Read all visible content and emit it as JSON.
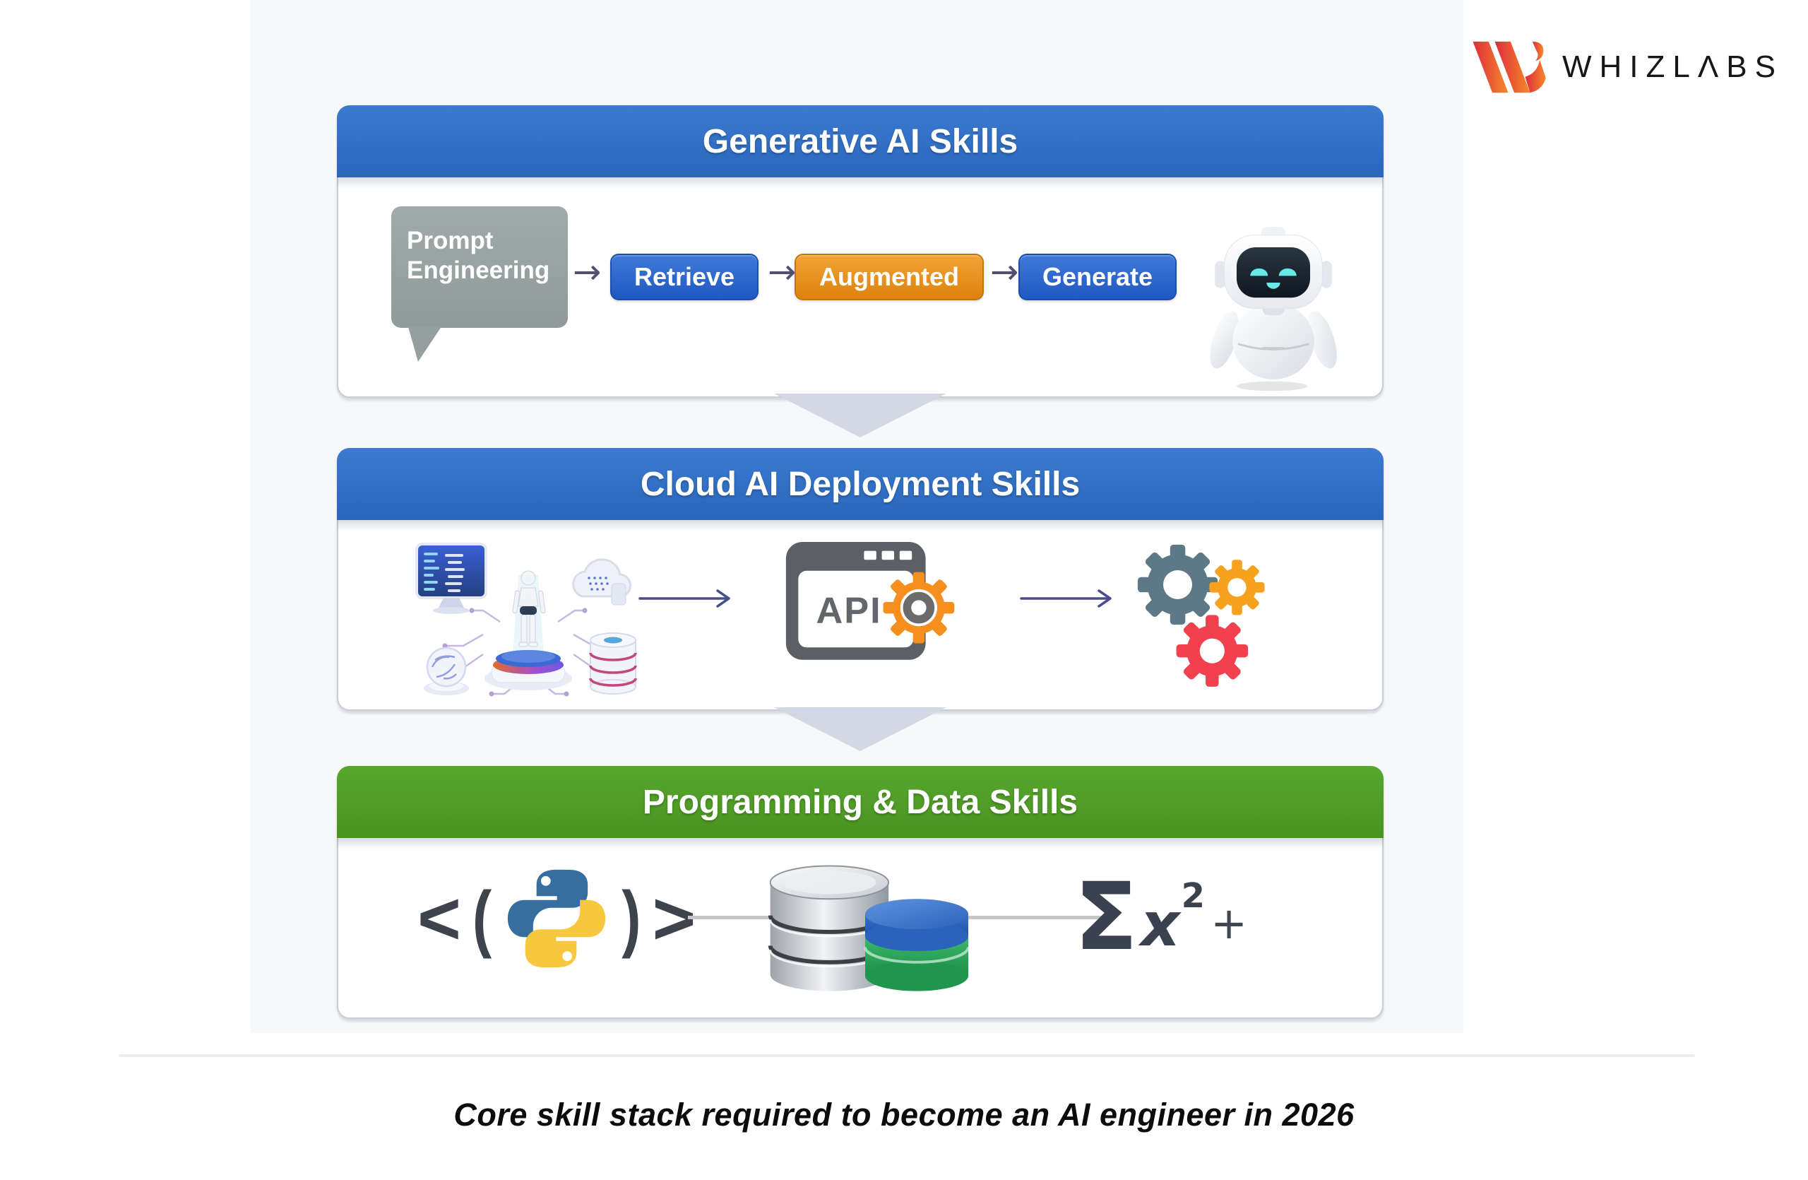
{
  "brand": {
    "name": "WHIZLABS",
    "display": "WHIZLΛBS"
  },
  "caption": "Core skill stack required to become an AI engineer in 2026",
  "cards": {
    "generative": {
      "title": "Generative AI Skills",
      "bubble": {
        "line1": "Prompt",
        "line2": "Engineering"
      },
      "arrow": "→",
      "steps": [
        {
          "label": "Retrieve",
          "variant": "blue"
        },
        {
          "label": "Augmented",
          "variant": "orange"
        },
        {
          "label": "Generate",
          "variant": "blue"
        }
      ]
    },
    "cloud": {
      "title": "Cloud AI Deployment Skills",
      "api_label": "API"
    },
    "programming": {
      "title": "Programming & Data Skills",
      "code": {
        "open_angle": "<",
        "open_paren": "(",
        "close_paren": ")",
        "close_angle": ">"
      },
      "formula": {
        "sigma": "Σ",
        "variable": "x",
        "exponent": "2",
        "plus": "+"
      }
    }
  },
  "colors": {
    "header_blue": "#2e6ec2",
    "header_green": "#52a02b",
    "button_blue": "#2763cc",
    "button_orange": "#e8921e",
    "bubble_gray": "#98a3a1",
    "chevron": "#d3d8e5",
    "gear_slate": "#5d7886",
    "gear_orange": "#f6a21e",
    "gear_red": "#f2414e",
    "api_gear_orange": "#f78f1e",
    "python_blue": "#366f9f",
    "python_yellow": "#f7c83d",
    "robot_face": "#1c2733",
    "robot_eyes": "#66e9e7"
  }
}
